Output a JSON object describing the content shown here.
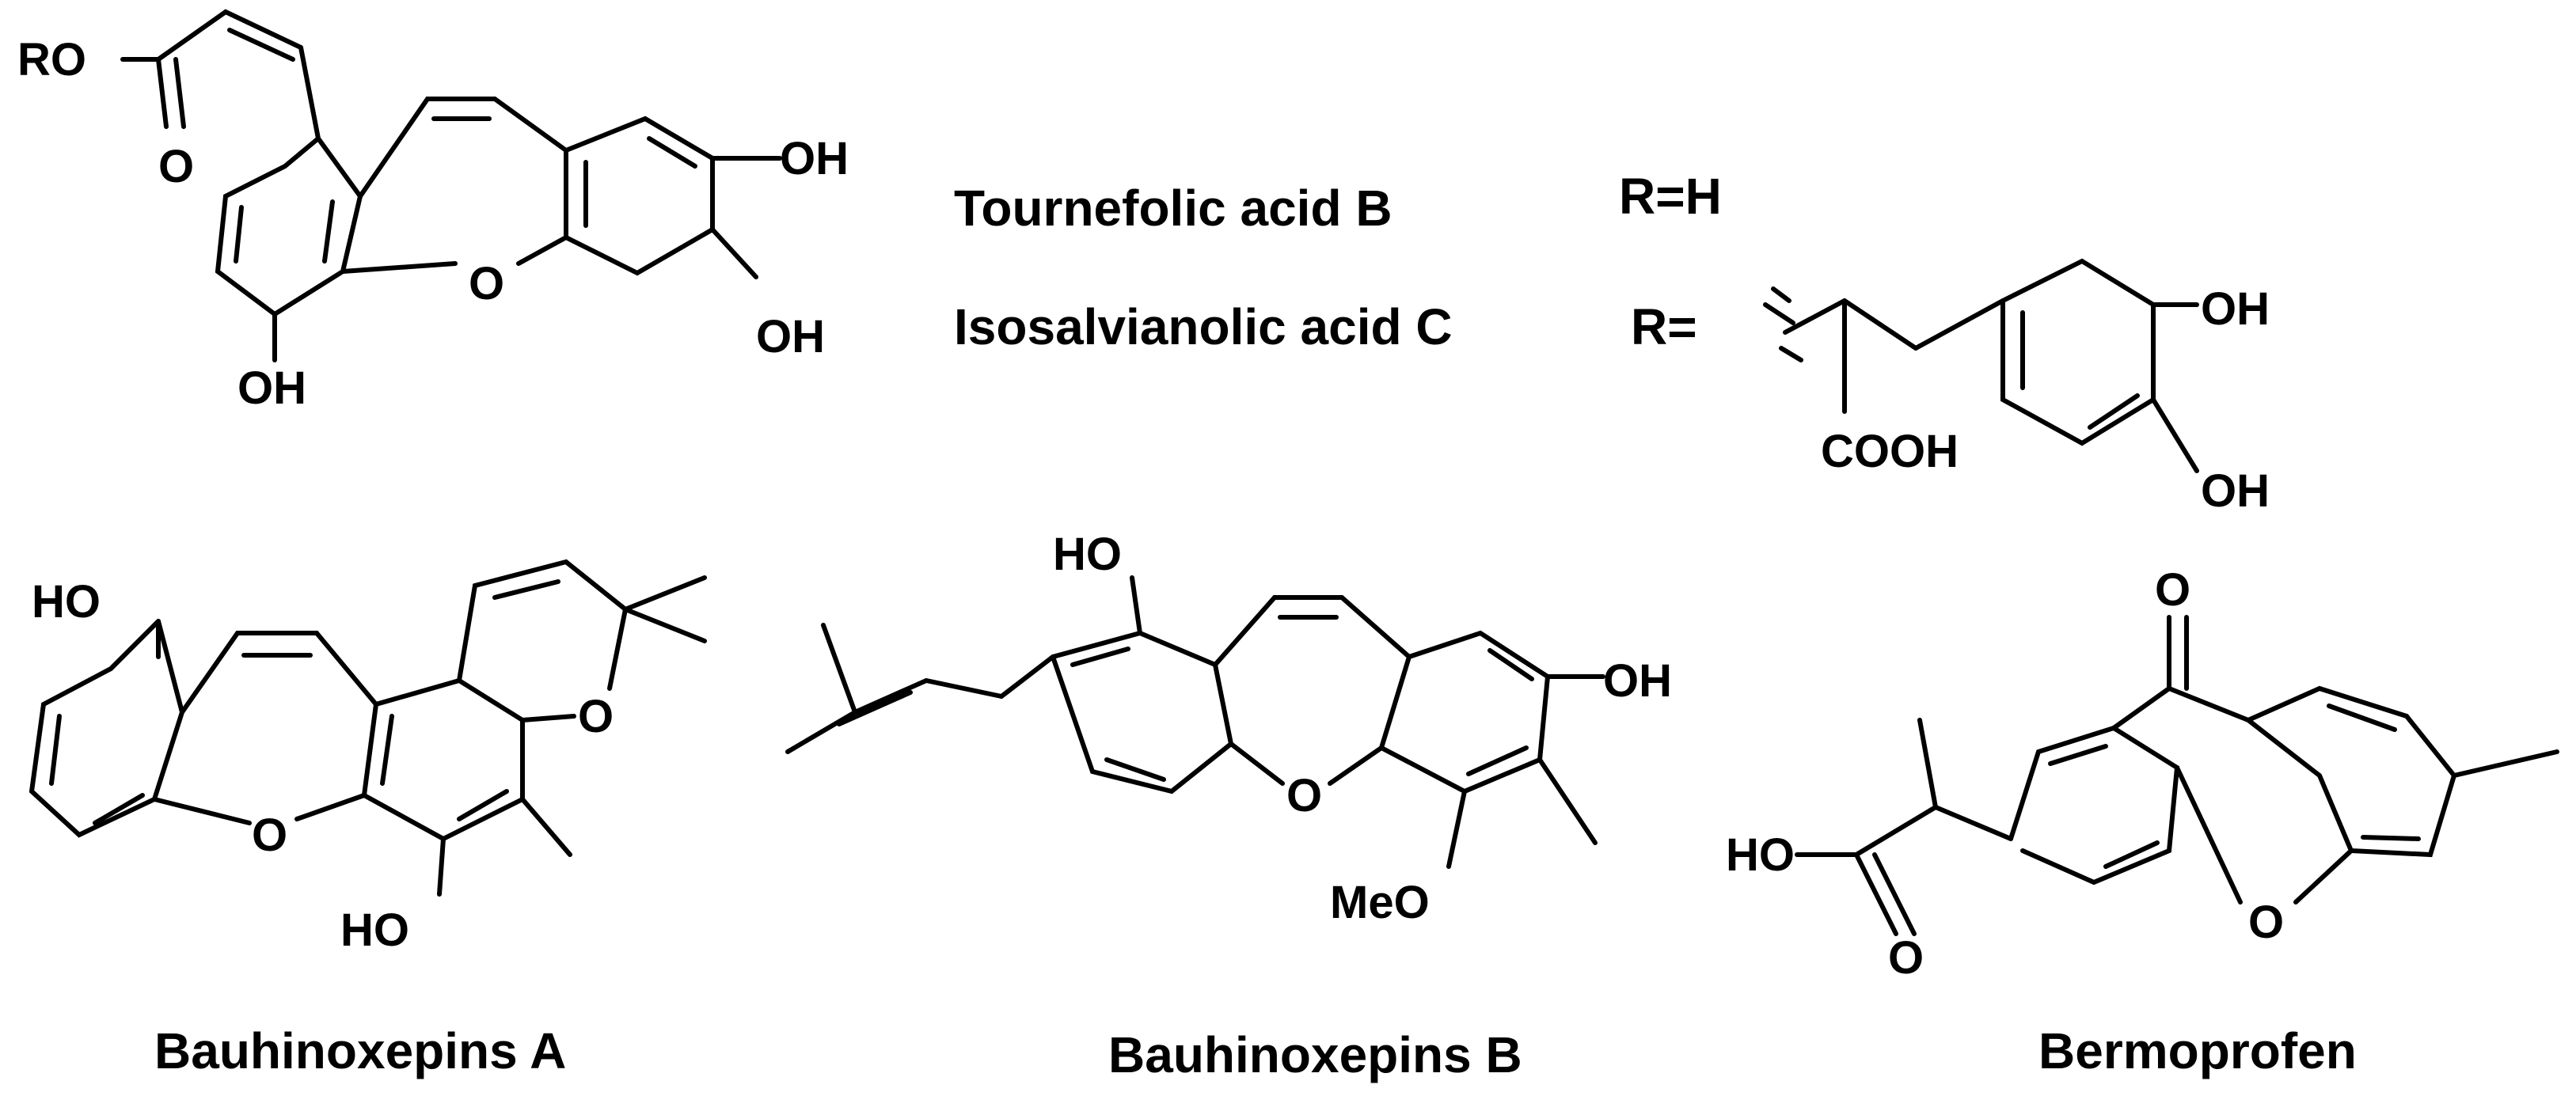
{
  "compounds": {
    "tournefolic_b": {
      "name": "Tournefolic acid B",
      "r_value": "R=H"
    },
    "isosalvianolic_c": {
      "name": "Isosalvianolic acid C",
      "r_value": "R="
    },
    "bauhinoxepin_a": {
      "name": "Bauhinoxepins A"
    },
    "bauhinoxepin_b": {
      "name": "Bauhinoxepins B"
    },
    "bermoprofen": {
      "name": "Bermoprofen"
    }
  },
  "atoms": {
    "ro": "RO",
    "o": "O",
    "oh": "OH",
    "ho": "HO",
    "meo": "MeO",
    "cooh": "COOH"
  }
}
